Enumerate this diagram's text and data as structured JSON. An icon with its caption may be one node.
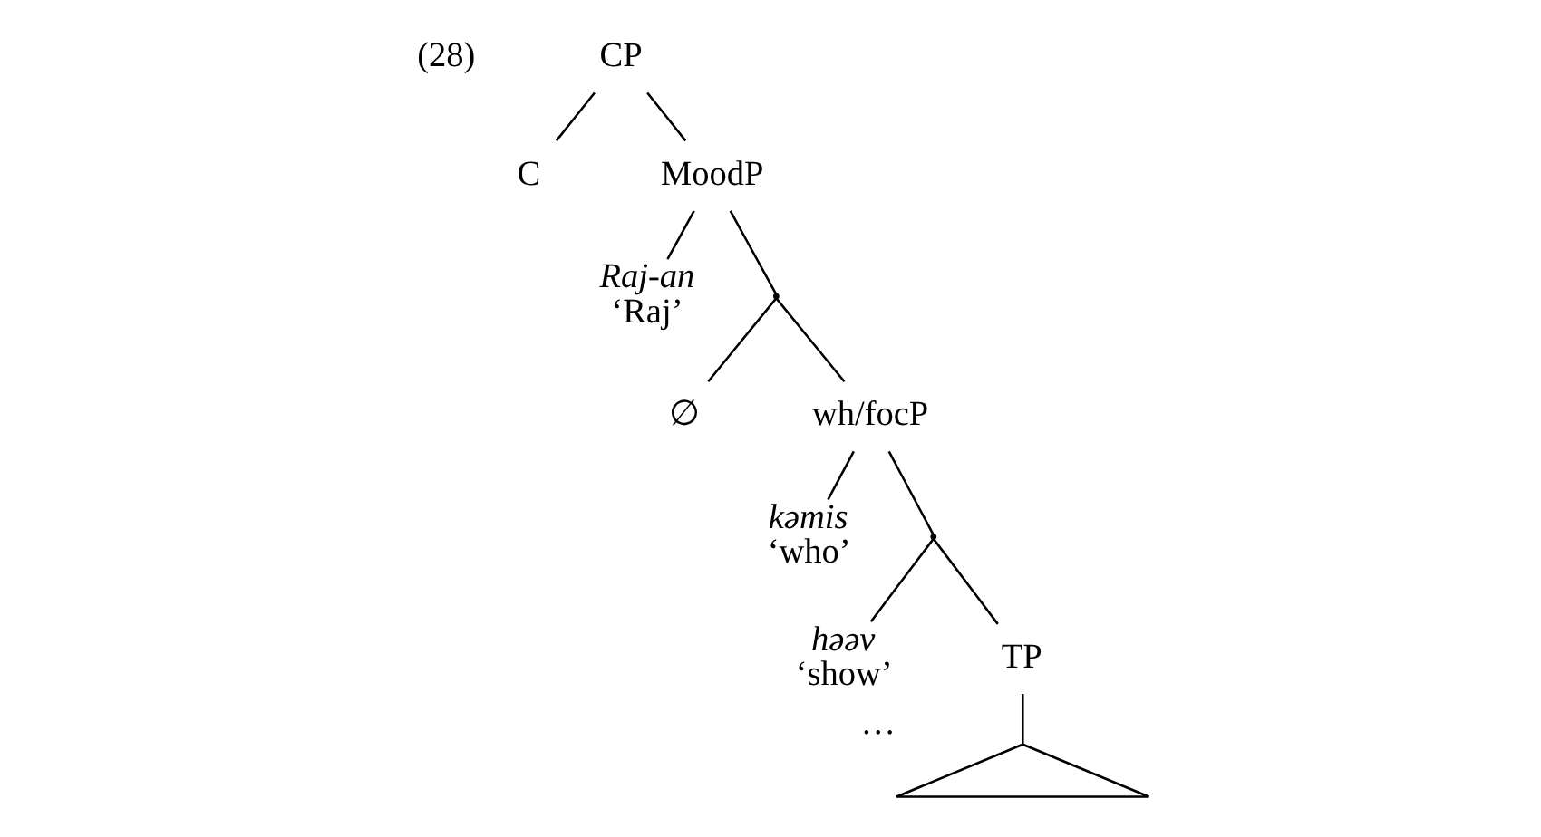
{
  "diagram": {
    "nodes": [
      {
        "text": [
          "CP"
        ]
      },
      {
        "text": [
          "C"
        ]
      },
      {
        "text": [
          "MoodP"
        ]
      },
      {
        "text": [
          "Raj-an",
          "‘Raj’"
        ]
      },
      {
        "text": [],
        "shape": "point"
      },
      {
        "text": [
          "∅"
        ]
      },
      {
        "text": [
          "wh/focP"
        ]
      },
      {
        "text": [
          "kəmis",
          "‘who’"
        ]
      },
      {
        "text": [],
        "shape": "point"
      },
      {
        "text": [
          "həəv",
          "‘show’"
        ]
      },
      {
        "text": [
          "TP"
        ]
      },
      {
        "text": [],
        "shape": "triangle",
        "beside": [
          "…"
        ]
      }
    ],
    "edges": [
      {
        "from": 0,
        "to": 1,
        "arrow": "none"
      },
      {
        "from": 0,
        "to": 2,
        "arrow": "none"
      },
      {
        "from": 2,
        "to": 3,
        "arrow": "none"
      },
      {
        "from": 2,
        "to": 4,
        "arrow": "none"
      },
      {
        "from": 4,
        "to": 5,
        "arrow": "none"
      },
      {
        "from": 4,
        "to": 6,
        "arrow": "none"
      },
      {
        "from": 6,
        "to": 7,
        "arrow": "none"
      },
      {
        "from": 6,
        "to": 8,
        "arrow": "none"
      },
      {
        "from": 8,
        "to": 9,
        "arrow": "none"
      },
      {
        "from": 8,
        "to": 10,
        "arrow": "none"
      },
      {
        "from": 10,
        "to": 11,
        "arrow": "none"
      }
    ],
    "labels": [
      "(28)"
    ]
  }
}
